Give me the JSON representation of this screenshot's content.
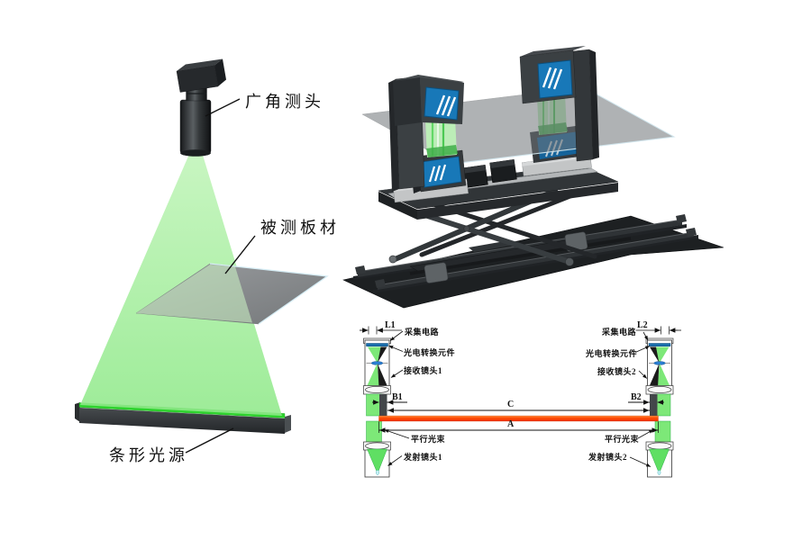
{
  "left_illustration": {
    "labels": {
      "probe": "广角测头",
      "board": "被测板材",
      "light_source": "条形光源"
    }
  },
  "schematic": {
    "labels": {
      "l1": "L1",
      "l2": "L2",
      "acq_left": "采集电路",
      "acq_right": "采集电路",
      "pec_left": "光电转换元件",
      "pec_right": "光电转换元件",
      "recv1": "接收镜头1",
      "recv2": "接收镜头2",
      "b1": "B1",
      "b2": "B2",
      "c": "C",
      "a": "A",
      "par_left": "平行光束",
      "par_right": "平行光束",
      "emit1": "发射镜头1",
      "emit2": "发射镜头2"
    }
  },
  "colors": {
    "beam_green": "#9bec93",
    "bright_green": "#2ed32e",
    "shadow_gray": "#43474a",
    "plate_orange": "#ff4a00",
    "lens_blue": "#2a7fd4",
    "panel_blue": "#1878b8",
    "body_dark": "#3a3e41",
    "glass_gray": "#6e7478"
  }
}
